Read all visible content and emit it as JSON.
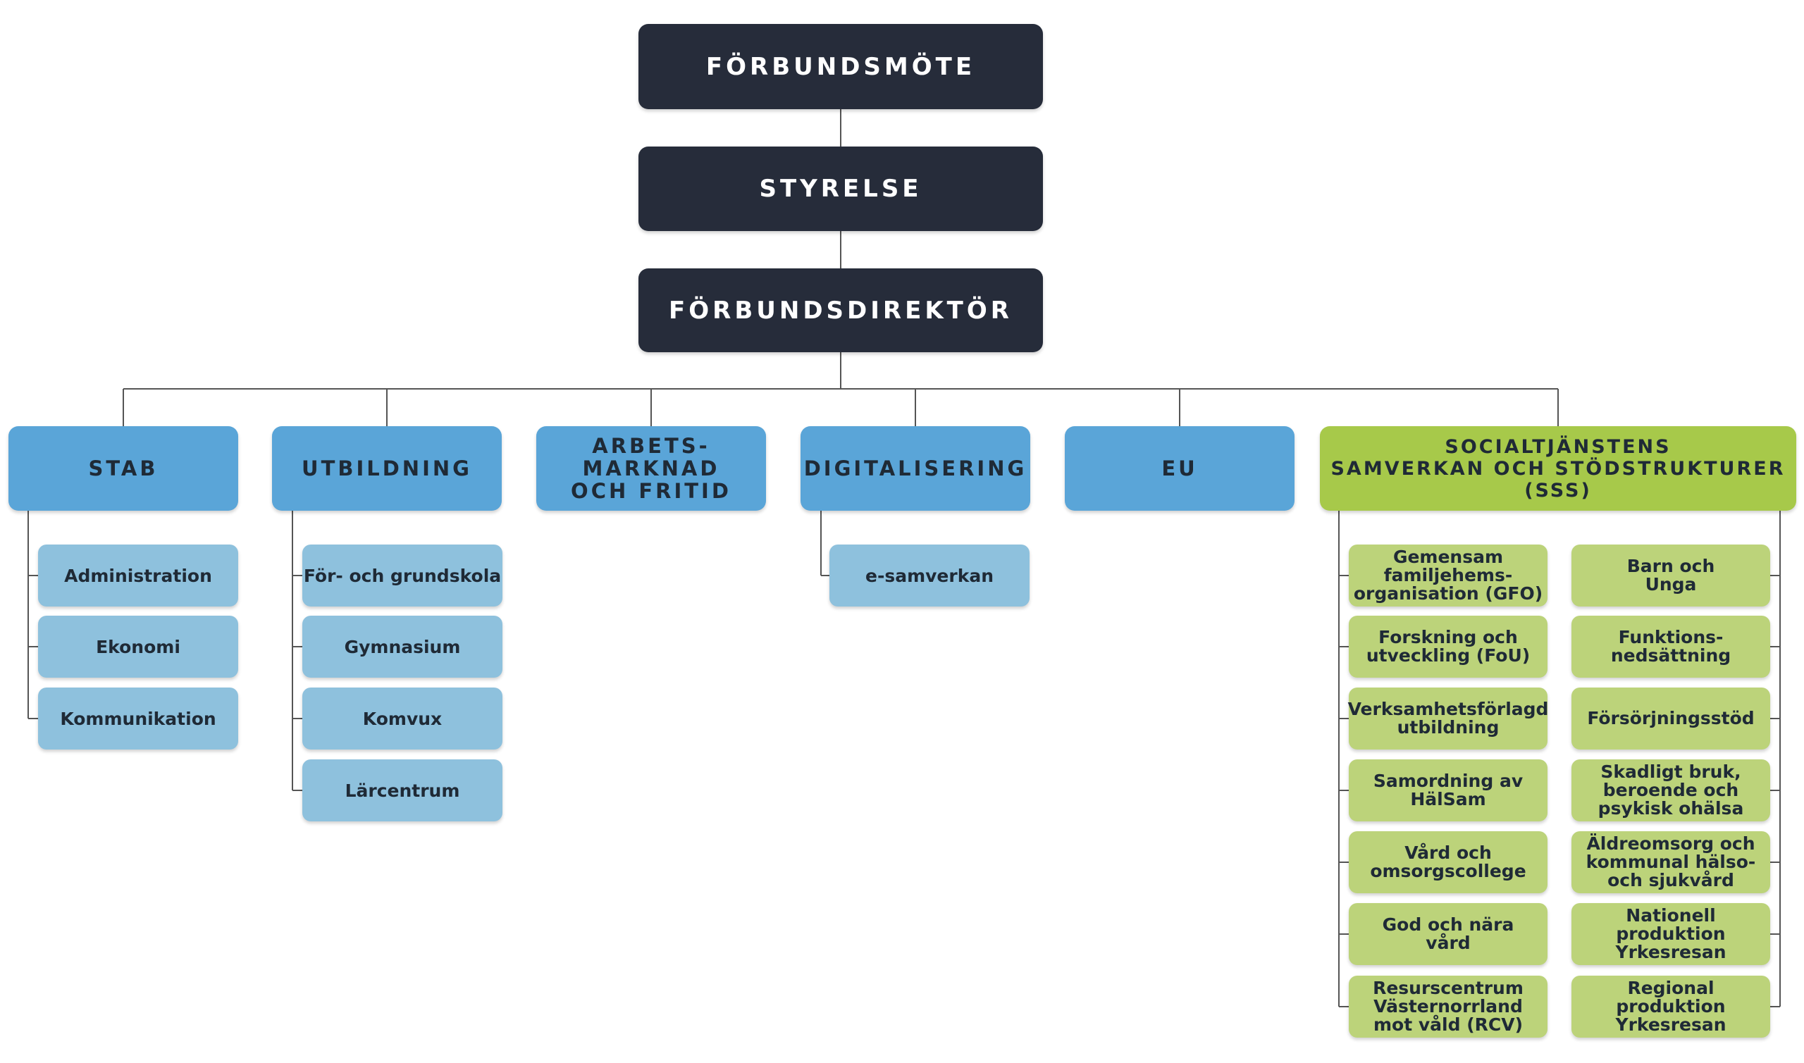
{
  "top": [
    {
      "label": "FÖRBUNDSMÖTE"
    },
    {
      "label": "STYRELSE"
    },
    {
      "label": "FÖRBUNDSDIREKTÖR"
    }
  ],
  "departments": [
    {
      "label": "STAB",
      "items": [
        "Administration",
        "Ekonomi",
        "Kommunikation"
      ]
    },
    {
      "label": "UTBILDNING",
      "items": [
        "För- och grundskola",
        "Gymnasium",
        "Komvux",
        "Lärcentrum"
      ]
    },
    {
      "label": "ARBETS-\nMARKNAD\nOCH FRITID",
      "items": []
    },
    {
      "label": "DIGITALISERING",
      "items": [
        "e-samverkan"
      ]
    },
    {
      "label": "EU",
      "items": []
    },
    {
      "label": "SOCIALTJÄNSTENS\nSAMVERKAN OCH STÖDSTRUKTURER\n(SSS)",
      "left_items": [
        "Gemensam\nfamiljehems-\norganisation (GFO)",
        "Forskning och\nutveckling (FoU)",
        "Verksamhetsförlagd\nutbildning",
        "Samordning av\nHälSam",
        "Vård och\nomsorgscollege",
        "God och nära\nvård",
        "Resurscentrum\nVästernorrland\nmot våld (RCV)"
      ],
      "right_items": [
        "Barn och\nUnga",
        "Funktions-\nnedsättning",
        "Försörjningsstöd",
        "Skadligt bruk,\nberoende och\npsykisk ohälsa",
        "Äldreomsorg och\nkommunal hälso-\noch sjukvård",
        "Nationell produktion\nYrkesresan",
        "Regional produktion\nYrkesresan"
      ]
    }
  ],
  "colors": {
    "dark": "#262c3a",
    "blue": "#5aa5d8",
    "light_blue": "#8ec1dd",
    "green": "#a7c94a",
    "light_green": "#bcd37a",
    "line": "#555555"
  }
}
